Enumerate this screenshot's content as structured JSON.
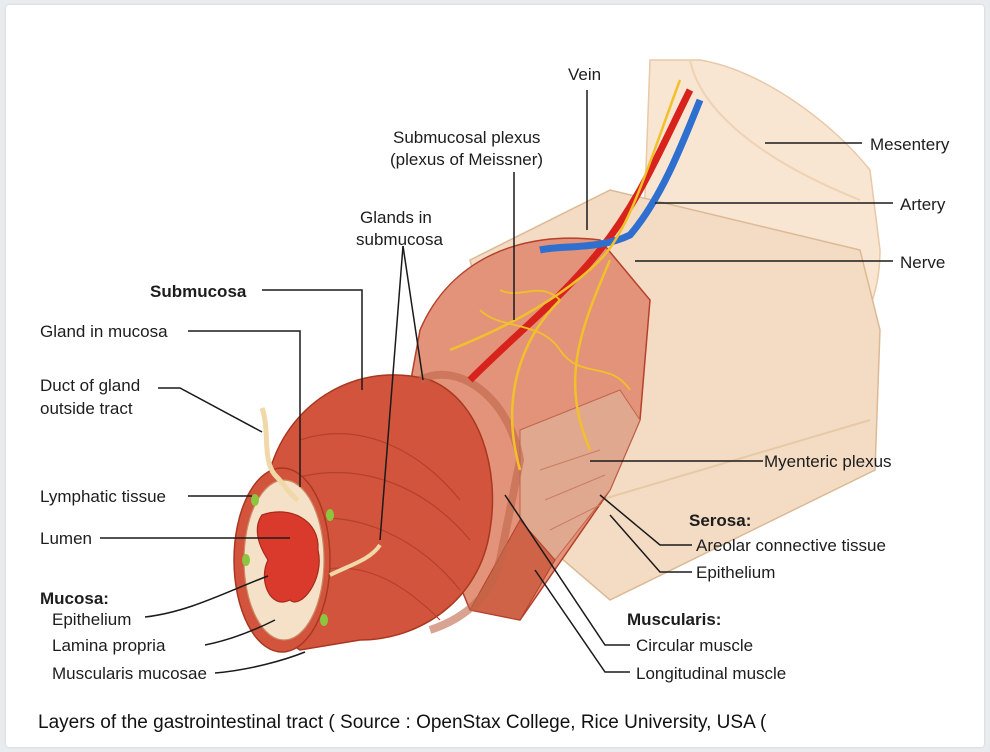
{
  "labels": {
    "vein": "Vein",
    "submucosal_plexus_line1": "Submucosal plexus",
    "submucosal_plexus_line2": "(plexus of Meissner)",
    "glands_in_submucosa_line1": "Glands in",
    "glands_in_submucosa_line2": "submucosa",
    "submucosa": "Submucosa",
    "gland_in_mucosa": "Gland in mucosa",
    "duct_line1": "Duct of gland",
    "duct_line2": "outside tract",
    "lymphatic_tissue": "Lymphatic tissue",
    "lumen": "Lumen",
    "mucosa_heading": "Mucosa:",
    "mucosa_epithelium": "Epithelium",
    "lamina_propria": "Lamina propria",
    "muscularis_mucosae": "Muscularis mucosae",
    "mesentery": "Mesentery",
    "artery": "Artery",
    "nerve": "Nerve",
    "myenteric_plexus": "Myenteric plexus",
    "serosa_heading": "Serosa:",
    "areolar": "Areolar connective tissue",
    "serosa_epithelium": "Epithelium",
    "muscularis_heading": "Muscularis:",
    "circular_muscle": "Circular muscle",
    "longitudinal_muscle": "Longitudinal muscle"
  },
  "caption": "Layers of the gastrointestinal tract ( Source : OpenStax College, Rice University, USA (",
  "colors": {
    "muscle": "#d2543c",
    "muscle_dark": "#b5402b",
    "serosa": "#f3dcc3",
    "mesentery": "#f8e6d2",
    "submucosa": "#e8a07e",
    "mucosa": "#f5e1c8",
    "lumen": "#d93a2b",
    "artery": "#d8231d",
    "vein": "#2f6fd0",
    "nerve": "#f2c029",
    "lymph": "#8cc63f"
  }
}
